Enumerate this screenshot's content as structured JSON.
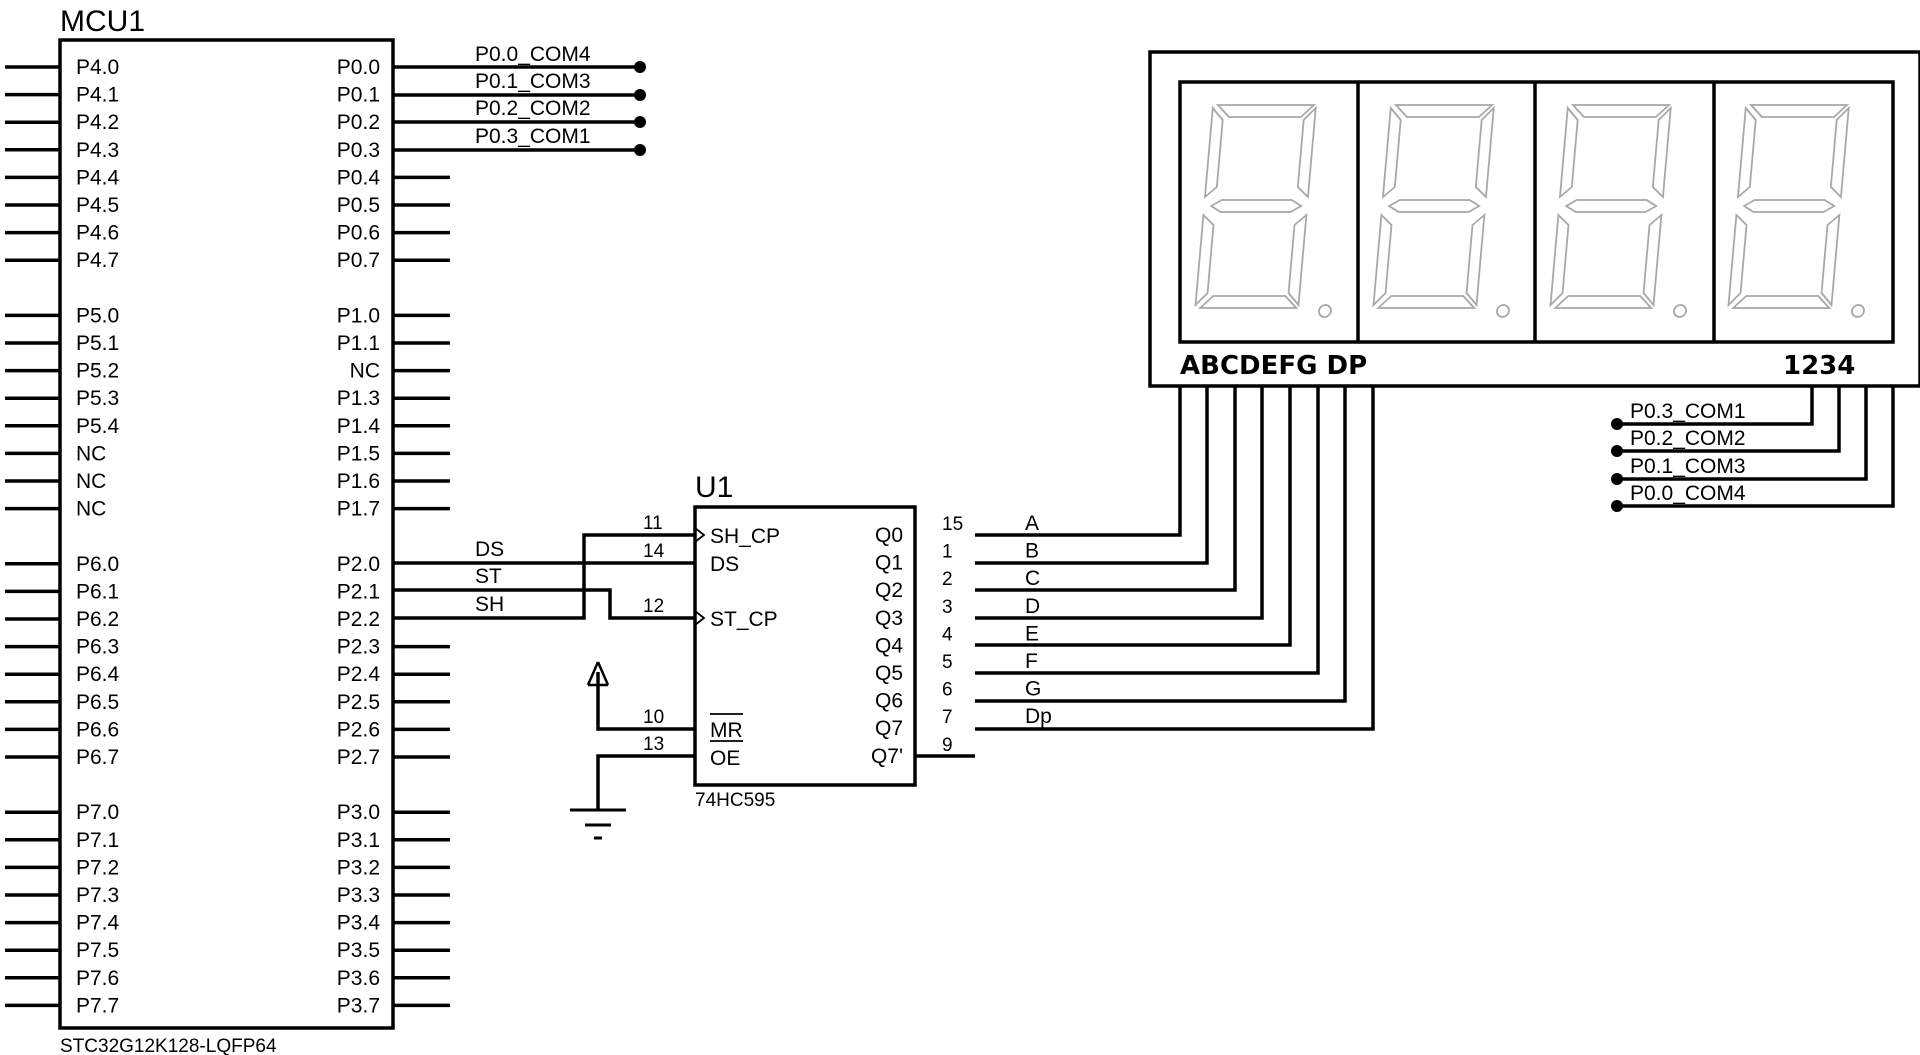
{
  "mcu": {
    "ref": "MCU1",
    "part": "STC32G12K128-LQFP64",
    "left_pins": [
      "P4.0",
      "P4.1",
      "P4.2",
      "P4.3",
      "P4.4",
      "P4.5",
      "P4.6",
      "P4.7",
      "P5.0",
      "P5.1",
      "P5.2",
      "P5.3",
      "P5.4",
      "NC",
      "NC",
      "NC",
      "P6.0",
      "P6.1",
      "P6.2",
      "P6.3",
      "P6.4",
      "P6.5",
      "P6.6",
      "P6.7",
      "P7.0",
      "P7.1",
      "P7.2",
      "P7.3",
      "P7.4",
      "P7.5",
      "P7.6",
      "P7.7"
    ],
    "right_pins": [
      "P0.0",
      "P0.1",
      "P0.2",
      "P0.3",
      "P0.4",
      "P0.5",
      "P0.6",
      "P0.7",
      "P1.0",
      "P1.1",
      "NC",
      "P1.3",
      "P1.4",
      "P1.5",
      "P1.6",
      "P1.7",
      "P2.0",
      "P2.1",
      "P2.2",
      "P2.3",
      "P2.4",
      "P2.5",
      "P2.6",
      "P2.7",
      "P3.0",
      "P3.1",
      "P3.2",
      "P3.3",
      "P3.4",
      "P3.5",
      "P3.6",
      "P3.7"
    ]
  },
  "com_nets": [
    "P0.0_COM4",
    "P0.1_COM3",
    "P0.2_COM2",
    "P0.3_COM1"
  ],
  "display_com_nets": [
    "P0.3_COM1",
    "P0.2_COM2",
    "P0.1_COM3",
    "P0.0_COM4"
  ],
  "mcu_nets": [
    "DS",
    "ST",
    "SH"
  ],
  "shift": {
    "ref": "U1",
    "part": "74HC595",
    "left_pins": [
      {
        "num": "11",
        "name": "SH_CP"
      },
      {
        "num": "14",
        "name": "DS"
      },
      {
        "num": "12",
        "name": "ST_CP"
      },
      {
        "num": "10",
        "name": "MR"
      },
      {
        "num": "13",
        "name": "OE"
      }
    ],
    "right_pins": [
      {
        "num": "15",
        "name": "Q0",
        "net": "A"
      },
      {
        "num": "1",
        "name": "Q1",
        "net": "B"
      },
      {
        "num": "2",
        "name": "Q2",
        "net": "C"
      },
      {
        "num": "3",
        "name": "Q3",
        "net": "D"
      },
      {
        "num": "4",
        "name": "Q4",
        "net": "E"
      },
      {
        "num": "5",
        "name": "Q5",
        "net": "F"
      },
      {
        "num": "6",
        "name": "Q6",
        "net": "G"
      },
      {
        "num": "7",
        "name": "Q7",
        "net": "Dp"
      },
      {
        "num": "9",
        "name": "Q7'",
        "net": ""
      }
    ]
  },
  "display": {
    "seg_label": "ABCDEFG DP",
    "digit_label": "1234",
    "digits": 4
  },
  "colors": {
    "wire": "#000000",
    "segment_outline": "#a8a8a8",
    "background": "#ffffff"
  }
}
